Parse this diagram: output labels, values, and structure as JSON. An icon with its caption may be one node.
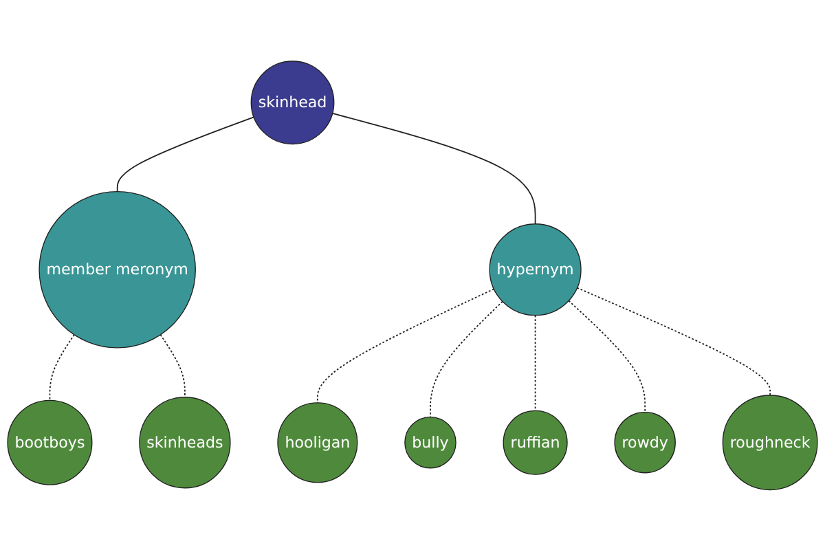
{
  "diagram": {
    "nodes": [
      {
        "text": [
          "skinhead"
        ]
      },
      {
        "text": [
          "member meronym"
        ]
      },
      {
        "text": [
          "hypernym"
        ]
      },
      {
        "text": [
          "bootboys"
        ]
      },
      {
        "text": [
          "skinheads"
        ]
      },
      {
        "text": [
          "hooligan"
        ]
      },
      {
        "text": [
          "bully"
        ]
      },
      {
        "text": [
          "ruffian"
        ]
      },
      {
        "text": [
          "rowdy"
        ]
      },
      {
        "text": [
          "roughneck"
        ]
      }
    ],
    "edges": [
      {
        "from": 0,
        "to": 1,
        "arrow": "none"
      },
      {
        "from": 0,
        "to": 2,
        "arrow": "none"
      },
      {
        "from": 1,
        "to": 3,
        "arrow": "none",
        "style": "dashed"
      },
      {
        "from": 1,
        "to": 4,
        "arrow": "none",
        "style": "dashed"
      },
      {
        "from": 2,
        "to": 5,
        "arrow": "none",
        "style": "dashed"
      },
      {
        "from": 2,
        "to": 6,
        "arrow": "none",
        "style": "dashed"
      },
      {
        "from": 2,
        "to": 7,
        "arrow": "none",
        "style": "dashed"
      },
      {
        "from": 2,
        "to": 8,
        "arrow": "none",
        "style": "dashed"
      },
      {
        "from": 2,
        "to": 9,
        "arrow": "none",
        "style": "dashed"
      }
    ]
  }
}
